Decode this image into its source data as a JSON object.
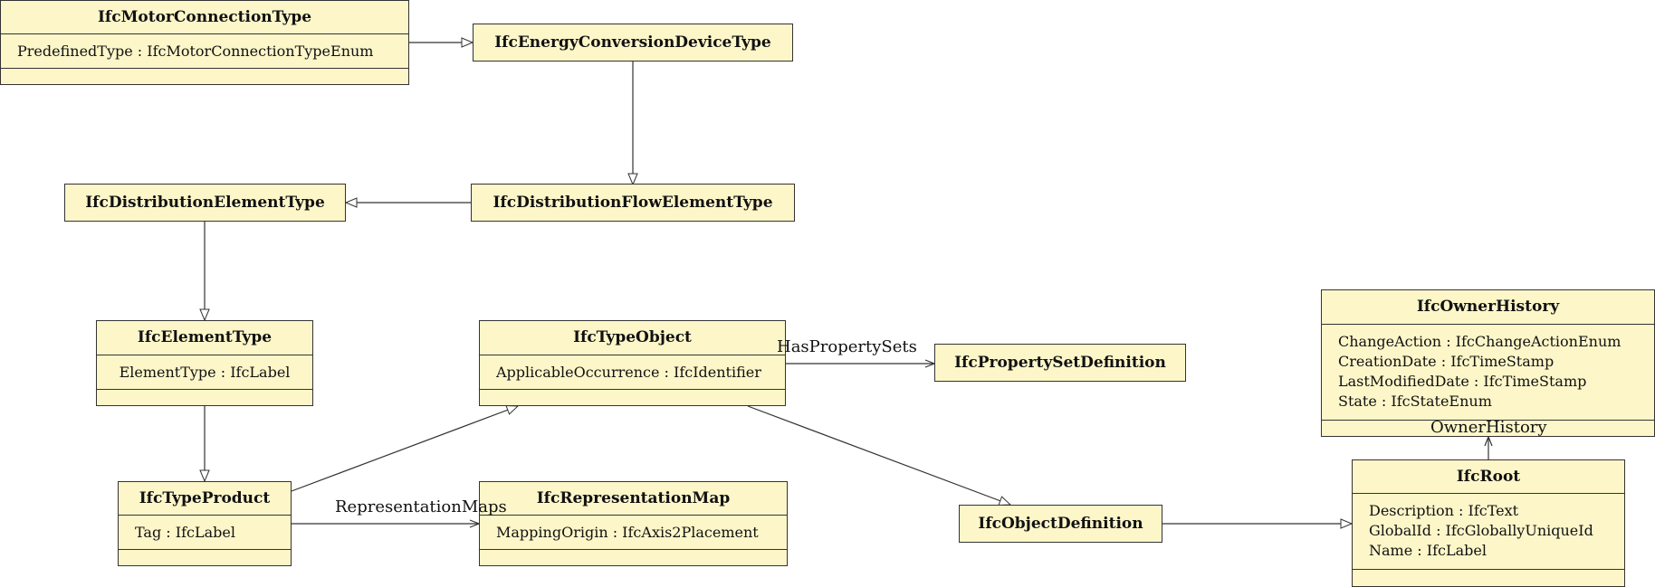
{
  "colors": {
    "box_fill": "#fdf6c9",
    "stroke": "#333333"
  },
  "classes": {
    "motor_connection_type": {
      "name": "IfcMotorConnectionType",
      "attributes": [
        "PredefinedType : IfcMotorConnectionTypeEnum"
      ]
    },
    "energy_conversion_device_type": {
      "name": "IfcEnergyConversionDeviceType"
    },
    "distribution_element_type": {
      "name": "IfcDistributionElementType"
    },
    "distribution_flow_element_type": {
      "name": "IfcDistributionFlowElementType"
    },
    "element_type": {
      "name": "IfcElementType",
      "attributes": [
        "ElementType : IfcLabel"
      ]
    },
    "type_object": {
      "name": "IfcTypeObject",
      "attributes": [
        "ApplicableOccurrence : IfcIdentifier"
      ]
    },
    "property_set_definition": {
      "name": "IfcPropertySetDefinition"
    },
    "owner_history": {
      "name": "IfcOwnerHistory",
      "attributes": [
        "ChangeAction : IfcChangeActionEnum",
        "CreationDate : IfcTimeStamp",
        "LastModifiedDate : IfcTimeStamp",
        "State : IfcStateEnum"
      ]
    },
    "type_product": {
      "name": "IfcTypeProduct",
      "attributes": [
        "Tag : IfcLabel"
      ]
    },
    "representation_map": {
      "name": "IfcRepresentationMap",
      "attributes": [
        "MappingOrigin : IfcAxis2Placement"
      ]
    },
    "object_definition": {
      "name": "IfcObjectDefinition"
    },
    "root": {
      "name": "IfcRoot",
      "attributes": [
        "Description : IfcText",
        "GlobalId : IfcGloballyUniqueId",
        "Name : IfcLabel"
      ]
    }
  },
  "relations": {
    "has_property_sets": "HasPropertySets",
    "representation_maps": "RepresentationMaps",
    "owner_history": "OwnerHistory"
  }
}
